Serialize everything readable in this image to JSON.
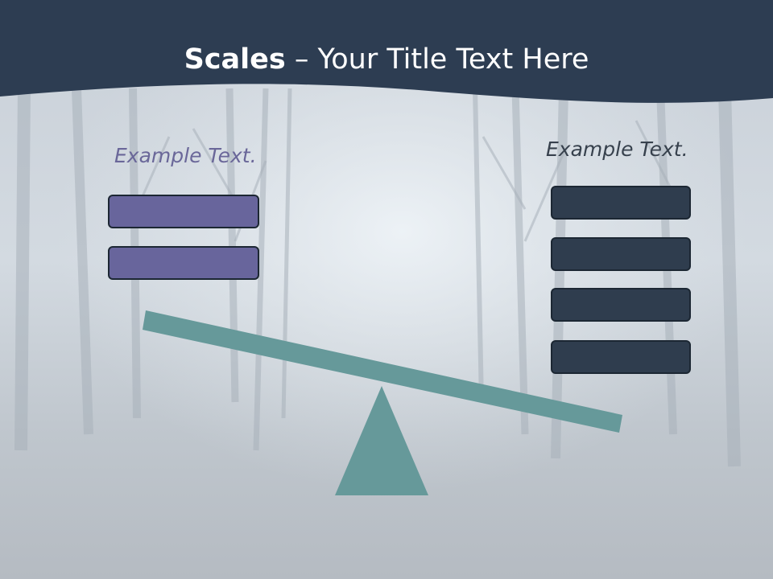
{
  "slide": {
    "title_bold": "Scales",
    "title_rest": " – Your Title Text Here",
    "left_label": "Example Text.",
    "right_label": "Example Text."
  },
  "colors": {
    "header": "#2d3d52",
    "left_boxes": "#68659c",
    "right_boxes": "#2f3d4e",
    "seesaw": "#66999a",
    "background": "#cdd4db"
  },
  "boxes": {
    "left_count": 2,
    "right_count": 4
  }
}
